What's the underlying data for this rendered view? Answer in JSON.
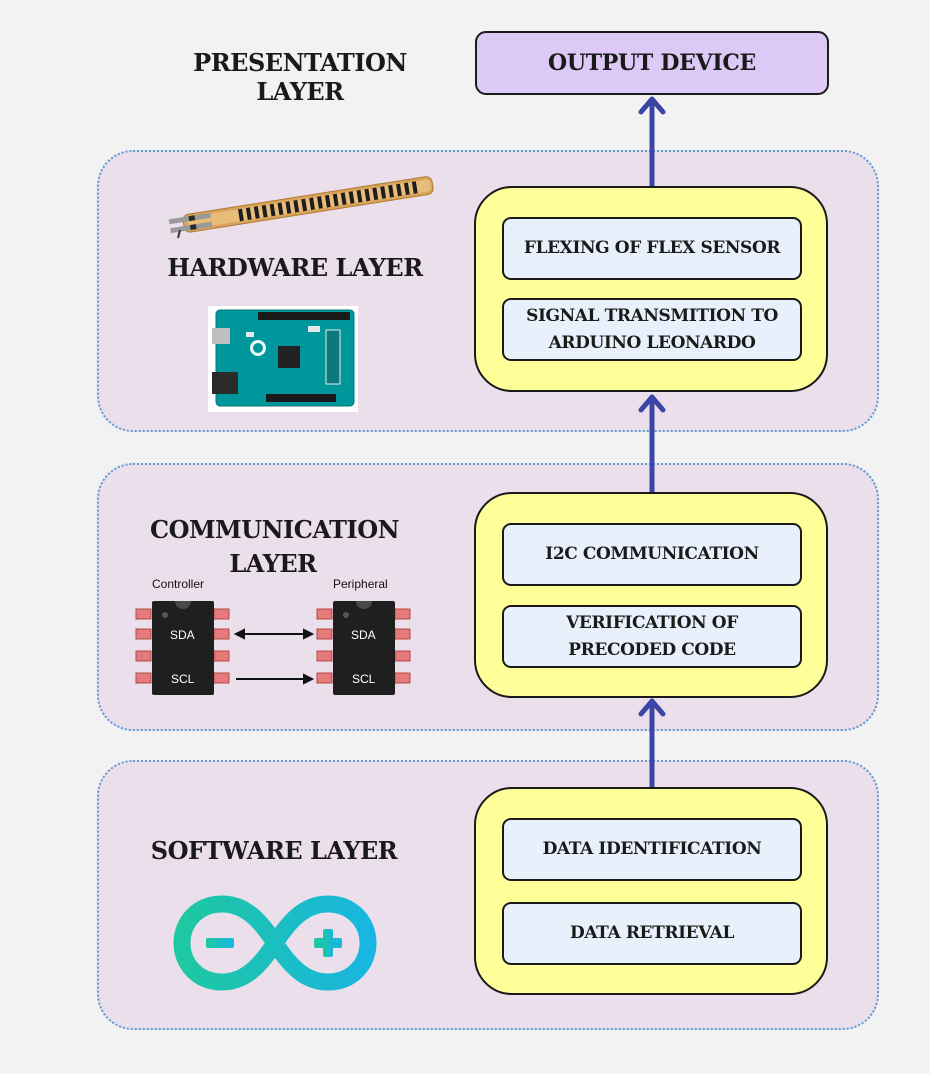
{
  "presentation": {
    "title": "PRESENTATION  LAYER",
    "output_device": "OUTPUT DEVICE"
  },
  "hardware": {
    "title": "HARDWARE LAYER",
    "steps": [
      "FLEXING OF FLEX SENSOR",
      "SIGNAL TRANSMITION TO ARDUINO LEONARDO"
    ]
  },
  "communication": {
    "title": "COMMUNICATION LAYER",
    "controller_label": "Controller",
    "peripheral_label": "Peripheral",
    "sda_label": "SDA",
    "scl_label": "SCL",
    "steps": [
      "I2C COMMUNICATION",
      "VERIFICATION OF PRECODED CODE"
    ]
  },
  "software": {
    "title": "SOFTWARE LAYER",
    "steps": [
      "DATA IDENTIFICATION",
      "DATA RETRIEVAL"
    ]
  },
  "colors": {
    "arrow": "#3b45a8",
    "layer_fill": "#ebdfeb",
    "group_fill": "#ffff99",
    "step_fill": "#e8f1fb",
    "output_fill": "#dcc9f5",
    "arduino_teal": "#00979c"
  }
}
